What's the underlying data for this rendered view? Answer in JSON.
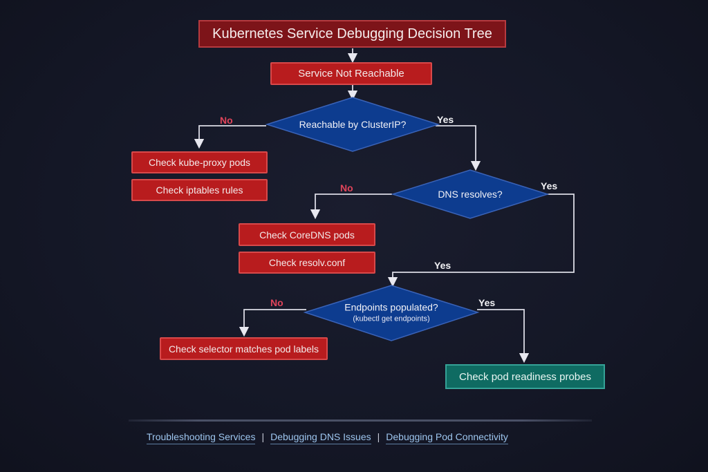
{
  "title": "Kubernetes Service Debugging Decision Tree",
  "start": "Service Not Reachable",
  "decisions": [
    {
      "label": "Reachable by ClusterIP?",
      "sublabel": "",
      "no": "No",
      "yes": "Yes"
    },
    {
      "label": "DNS resolves?",
      "sublabel": "",
      "no": "No",
      "yes": "Yes"
    },
    {
      "label": "Endpoints populated?",
      "sublabel": "(kubectl get endpoints)",
      "no": "No",
      "yes": "Yes"
    }
  ],
  "extra_yes_label": "Yes",
  "actions": {
    "clusterip_no": [
      "Check kube-proxy pods",
      "Check iptables rules"
    ],
    "dns_no": [
      "Check CoreDNS pods",
      "Check resolv.conf"
    ],
    "endpoints_no": [
      "Check selector matches pod labels"
    ],
    "endpoints_yes": "Check pod readiness probes"
  },
  "colors": {
    "action_red": "#b81c1e",
    "title_red": "#7d1419",
    "decision_blue": "#0d3c8f",
    "final_teal": "#0f6b62",
    "no_label": "#e0445a",
    "link": "#9ec6ef"
  },
  "footer_links": [
    "Troubleshooting Services",
    "Debugging DNS Issues",
    "Debugging Pod Connectivity"
  ],
  "footer_separator": "|"
}
